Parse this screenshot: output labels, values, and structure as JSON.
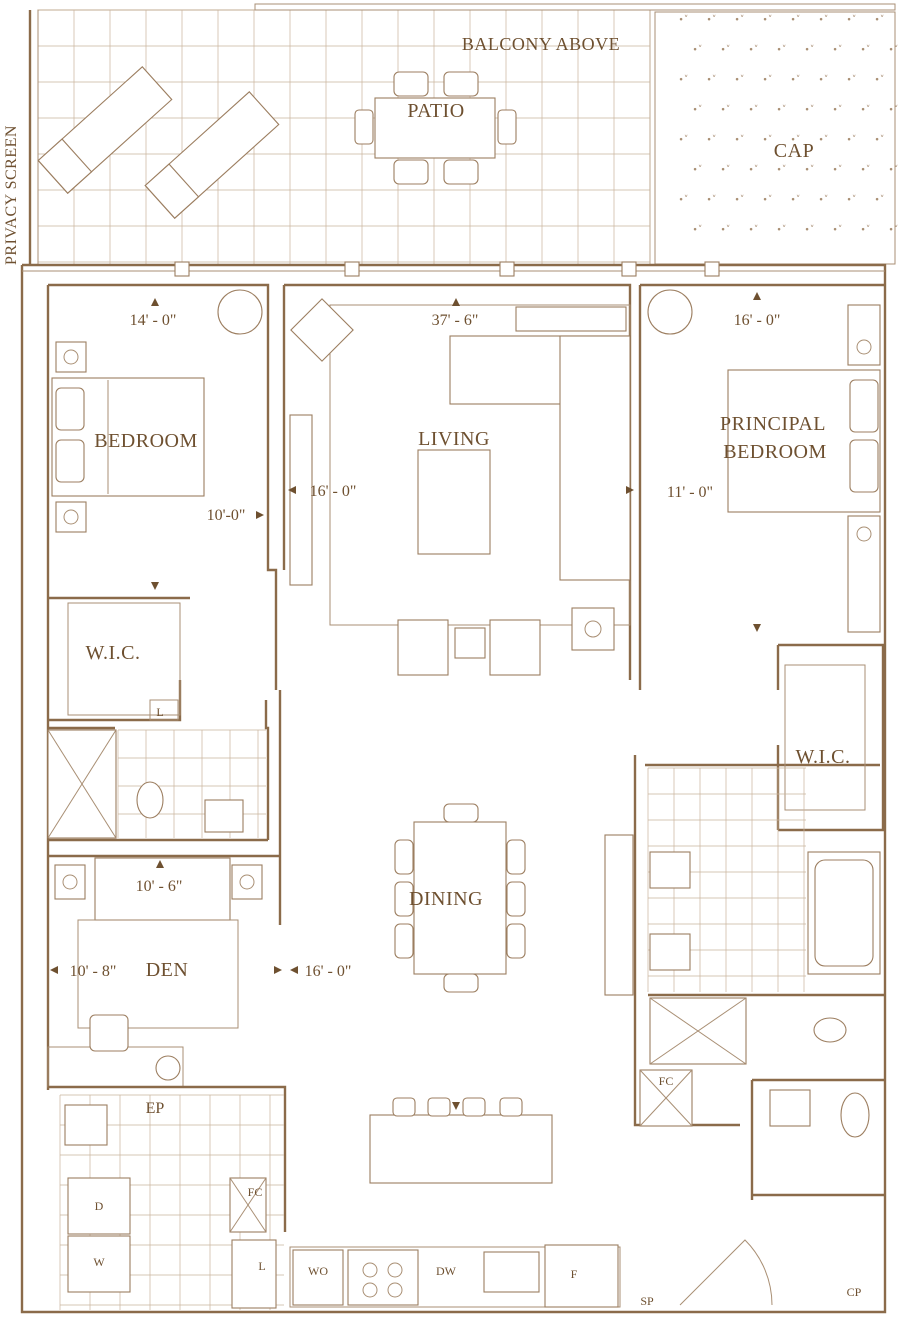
{
  "labels": {
    "balcony_above": "BALCONY ABOVE",
    "patio": "PATIO",
    "cap": "CAP",
    "privacy_screen": "PRIVACY SCREEN",
    "bedroom": "BEDROOM",
    "living": "LIVING",
    "principal_bedroom_line1": "PRINCIPAL",
    "principal_bedroom_line2": "BEDROOM",
    "wic_left": "W.I.C.",
    "wic_right": "W.I.C.",
    "dining": "DINING",
    "den": "DEN",
    "ep": "EP",
    "fc_left": "FC",
    "fc_right": "FC",
    "l_upper": "L",
    "l_lower": "L",
    "d": "D",
    "w": "W",
    "wo": "WO",
    "dw": "DW",
    "f": "F",
    "sp": "SP",
    "cp": "CP"
  },
  "dimensions": {
    "bedroom_width": "14' - 0\"",
    "bedroom_depth": "10'-0\"",
    "living_width": "37' - 6\"",
    "living_depth": "16' - 0\"",
    "principal_width": "16' - 0\"",
    "principal_depth": "11' - 0\"",
    "den_width": "10' - 6\"",
    "den_depth": "10' - 8\"",
    "dining_depth": "16' - 0\""
  },
  "colors": {
    "line": "#8b6b4a",
    "text": "#6e5030"
  }
}
